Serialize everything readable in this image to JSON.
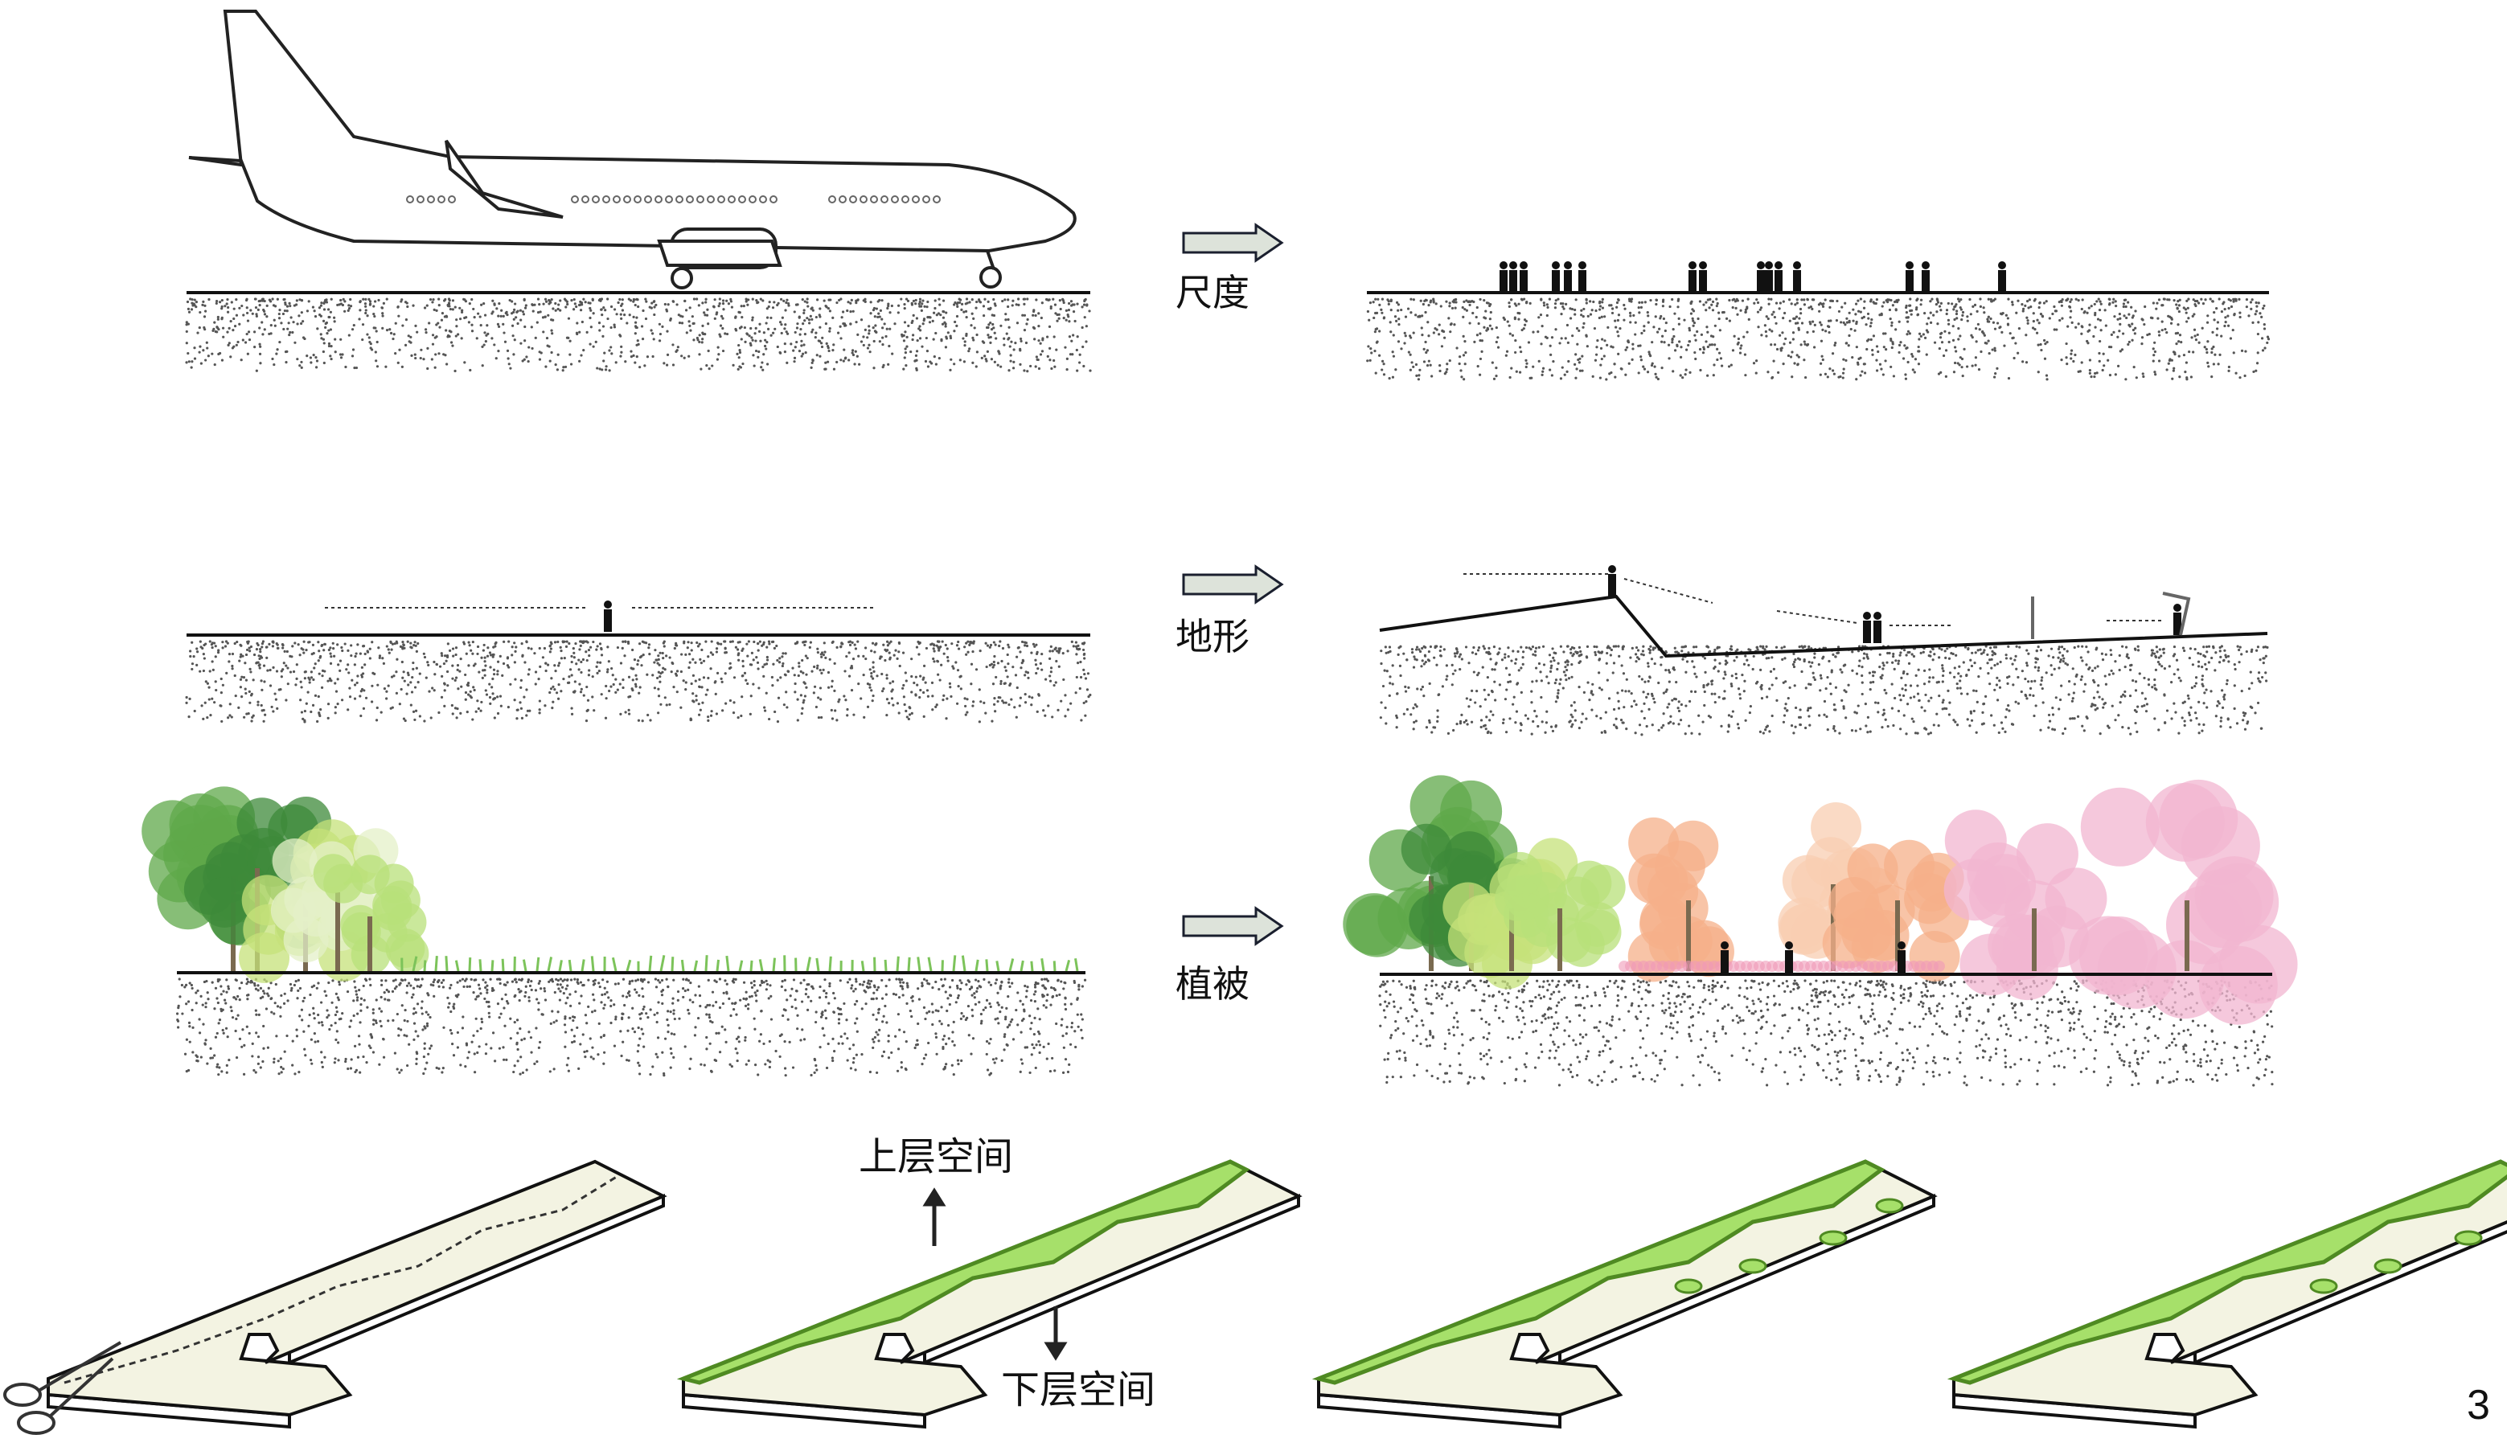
{
  "rows": [
    {
      "label": "尺度",
      "left": "airplane-on-ground",
      "right": "people-on-ground"
    },
    {
      "label": "地形",
      "left": "flat-ground-with-person",
      "right": "sloped-terrain-with-people"
    },
    {
      "label": "植被",
      "left": "trees-and-grass",
      "right": "colorful-trees-with-people"
    }
  ],
  "bottom": {
    "upper_space_label": "上层空间",
    "lower_space_label": "下层空间"
  },
  "page_number": "3",
  "colors": {
    "arrow_fill": "#dde3da",
    "slab_fill": "#f3f3e2",
    "green_light": "#a6e06a",
    "green_dark": "#4f8a22",
    "tree_green": "#5fa84a",
    "tree_orange": "#f5b08a",
    "tree_pink": "#f2b6d0"
  }
}
